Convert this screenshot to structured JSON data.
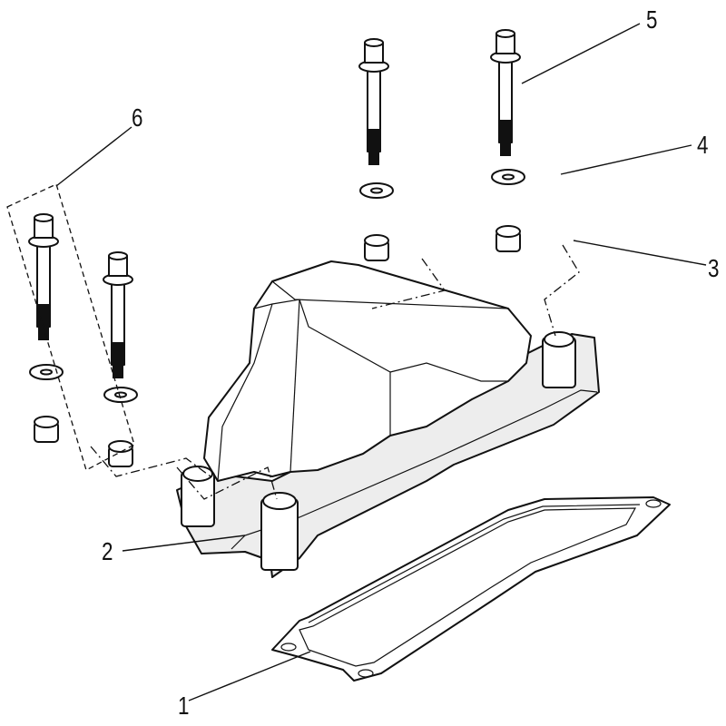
{
  "diagram": {
    "callouts": [
      "1",
      "2",
      "3",
      "4",
      "5",
      "6"
    ]
  }
}
